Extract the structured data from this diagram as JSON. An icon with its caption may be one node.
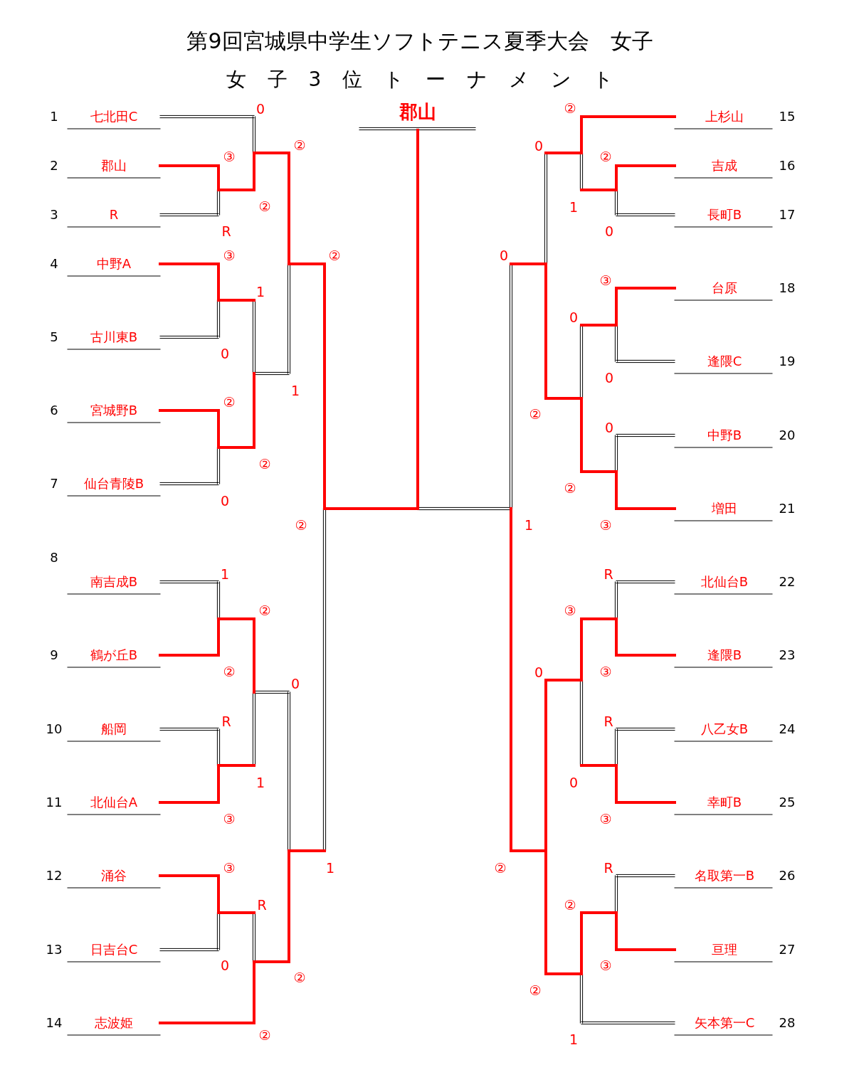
{
  "diagram": {
    "title": "第9回宮城県中学生ソフトテニス夏季大会　女子",
    "labels": [
      "女子3位トーナメント",
      "郡山",
      "1",
      "七北田C",
      "2",
      "郡山",
      "3",
      "R",
      "4",
      "中野A",
      "5",
      "古川東B",
      "6",
      "宮城野B",
      "7",
      "仙台青陵B",
      "8",
      "南吉成B",
      "9",
      "鶴が丘B",
      "10",
      "船岡",
      "11",
      "北仙台A",
      "12",
      "涌谷",
      "13",
      "日吉台C",
      "14",
      "志波姫",
      "上杉山",
      "15",
      "吉成",
      "16",
      "長町B",
      "17",
      "台原",
      "18",
      "逢隈C",
      "19",
      "中野B",
      "20",
      "増田",
      "21",
      "北仙台B",
      "22",
      "逢隈B",
      "23",
      "八乙女B",
      "24",
      "幸町B",
      "25",
      "名取第一B",
      "26",
      "亘理",
      "27",
      "矢本第一C",
      "28",
      "0",
      "②",
      "③",
      "②",
      "R",
      "③",
      "②",
      "1",
      "0",
      "1",
      "②",
      "②",
      "0",
      "②",
      "1",
      "②",
      "②",
      "0",
      "R",
      "1",
      "③",
      "③",
      "1",
      "R",
      "0",
      "②",
      "②",
      "②",
      "0",
      "②",
      "1",
      "0",
      "0",
      "③",
      "0",
      "0",
      "②",
      "0",
      "②",
      "1",
      "③",
      "R",
      "③",
      "0",
      "③",
      "R",
      "0",
      "③",
      "②",
      "R",
      "②",
      "③",
      "②",
      "1"
    ]
  }
}
